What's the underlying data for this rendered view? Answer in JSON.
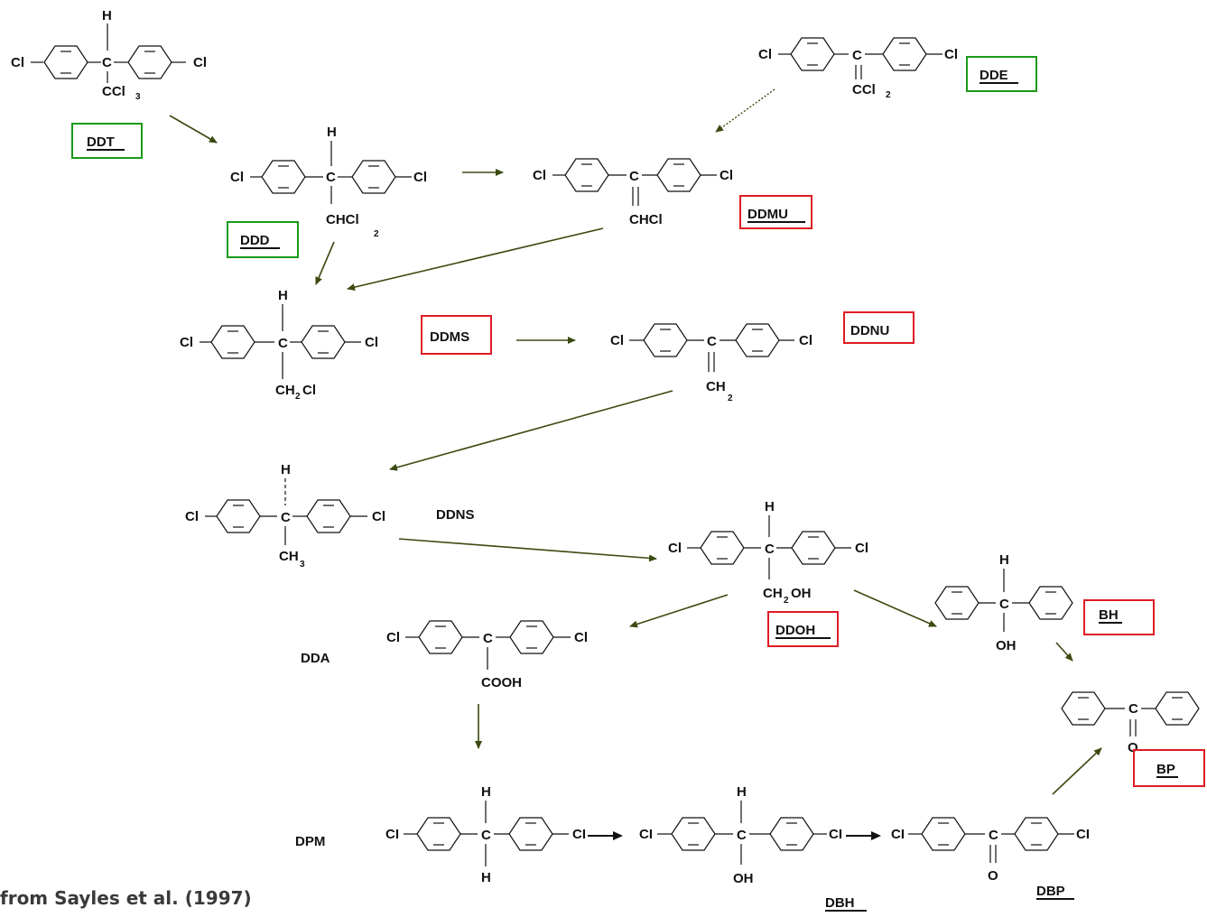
{
  "labels": {
    "ddt": "DDT",
    "dde": "DDE",
    "ddd": "DDD",
    "ddmu": "DDMU",
    "ddms": "DDMS",
    "ddnu": "DDNU",
    "ddns": "DDNS",
    "ddoh": "DDOH",
    "bh": "BH",
    "dda": "DDA",
    "bp": "BP",
    "dpm": "DPM",
    "dbh": "DBH",
    "dbp": "DBP"
  },
  "atoms": {
    "h": "H",
    "c": "C",
    "cl": "Cl",
    "ci_upper": "CI",
    "ccl3_main": "CCl",
    "ccl3_sub": "3",
    "ccl2_main": "CCl",
    "ccl2_sub": "2",
    "chcl2_main": "CHCl",
    "chcl2_sub": "2",
    "chcl": "CHCl",
    "ch2cl_a": "CH",
    "ch2cl_sub": "2",
    "ch2cl_b": "Cl",
    "ch2_main": "CH",
    "ch2_sub": "2",
    "ch3_main": "CH",
    "ch3_sub": "3",
    "ch2oh_a": "CH",
    "ch2oh_sub": "2",
    "ch2oh_b": "OH",
    "oh": "OH",
    "cooh": "COOH",
    "o": "O"
  },
  "box_colors": {
    "green": "#1a9a1a",
    "red": "#e01b24"
  },
  "citation": "from Sayles et al. (1997)"
}
